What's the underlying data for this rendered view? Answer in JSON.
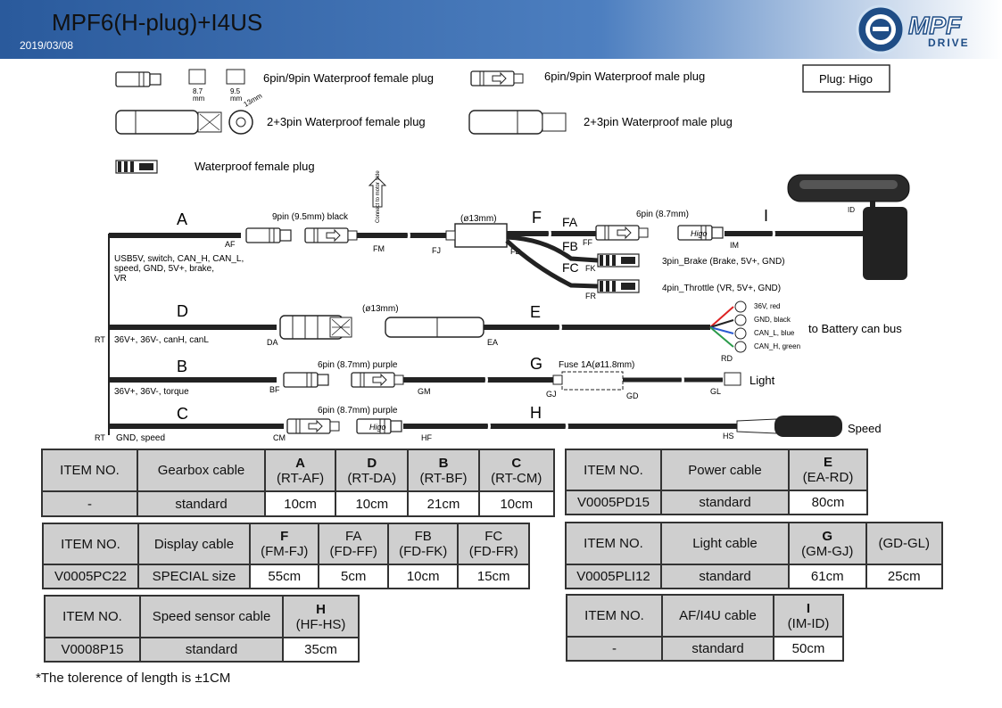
{
  "header": {
    "title": "MPF6(H-plug)+I4US",
    "date": "2019/03/08",
    "logo_text": "MPF",
    "logo_sub": "DRIVE"
  },
  "legend": {
    "female69": "6pin/9pin Waterproof female plug",
    "male69": "6pin/9pin Waterproof male plug",
    "female23": "2+3pin Waterproof female plug",
    "male23": "2+3pin Waterproof male plug",
    "female_wp": "Waterproof female plug",
    "dim_87": "8.7",
    "dim_95": "9.5",
    "dim_mm": "mm",
    "dim_13": "13mm",
    "plug_box": "Plug: Higo"
  },
  "diagram": {
    "connect_note": "Connect to motor side",
    "cable_a": "A",
    "cable_b": "B",
    "cable_c": "C",
    "cable_d": "D",
    "cable_e": "E",
    "cable_f": "F",
    "cable_fa": "FA",
    "cable_fb": "FB",
    "cable_fc": "FC",
    "cable_g": "G",
    "cable_h": "H",
    "cable_i": "I",
    "a_plug": "9pin (9.5mm) black",
    "f_dia": "(ø13mm)",
    "fa_plug": "6pin (8.7mm)",
    "d_dia": "(ø13mm)",
    "b_plug": "6pin (8.7mm) purple",
    "c_plug": "6pin (8.7mm) purple",
    "fuse": "Fuse 1A(ø11.8mm)",
    "a_desc": [
      "USB5V, switch, CAN_H, CAN_L,",
      "speed, GND, 5V+, brake,",
      "VR"
    ],
    "d_desc": "36V+, 36V-, canH, canL",
    "b_desc": "36V+, 36V-, torque",
    "c_desc": "GND, speed",
    "brake": "3pin_Brake (Brake, 5V+, GND)",
    "throttle": "4pin_Throttle (VR, 5V+, GND)",
    "battery_wires": [
      "36V, red",
      "GND, black",
      "CAN_L, blue",
      "CAN_H, green"
    ],
    "battery": "to Battery can bus",
    "light": "Light",
    "speed": "Speed",
    "higo_mark": "Higo",
    "pts": {
      "af": "AF",
      "fm": "FM",
      "fj": "FJ",
      "fd": "FD",
      "ff": "FF",
      "fk": "FK",
      "fr": "FR",
      "im": "IM",
      "id": "ID",
      "rt": "RT",
      "da": "DA",
      "ea": "EA",
      "rd": "RD",
      "bf": "BF",
      "gm": "GM",
      "gj": "GJ",
      "gd": "GD",
      "gl": "GL",
      "cm": "CM",
      "hf": "HF",
      "hs": "HS"
    }
  },
  "tables": {
    "gearbox": {
      "item_no": "ITEM NO.",
      "name": "Gearbox cable",
      "cols": [
        {
          "t": "A",
          "s": "(RT-AF)"
        },
        {
          "t": "D",
          "s": "(RT-DA)"
        },
        {
          "t": "B",
          "s": "(RT-BF)"
        },
        {
          "t": "C",
          "s": "(RT-CM)"
        }
      ],
      "row": {
        "item": "-",
        "type": "standard",
        "vals": [
          "10cm",
          "10cm",
          "21cm",
          "10cm"
        ]
      }
    },
    "power": {
      "item_no": "ITEM NO.",
      "name": "Power cable",
      "cols": [
        {
          "t": "E",
          "s": "(EA-RD)"
        }
      ],
      "row": {
        "item": "V0005PD15",
        "type": "standard",
        "vals": [
          "80cm"
        ]
      }
    },
    "display": {
      "item_no": "ITEM NO.",
      "name": "Display cable",
      "cols": [
        {
          "t": "F",
          "s": "(FM-FJ)"
        },
        {
          "t": "FA",
          "s": "(FD-FF)"
        },
        {
          "t": "FB",
          "s": "(FD-FK)"
        },
        {
          "t": "FC",
          "s": "(FD-FR)"
        }
      ],
      "row": {
        "item": "V0005PC22",
        "type": "SPECIAL size",
        "vals": [
          "55cm",
          "5cm",
          "10cm",
          "15cm"
        ]
      }
    },
    "light": {
      "item_no": "ITEM NO.",
      "name": "Light cable",
      "cols": [
        {
          "t": "G",
          "s": "(GM-GJ)"
        },
        {
          "t": "",
          "s": "(GD-GL)"
        }
      ],
      "row": {
        "item": "V0005PLI12",
        "type": "standard",
        "vals": [
          "61cm",
          "25cm"
        ]
      }
    },
    "speed": {
      "item_no": "ITEM NO.",
      "name": "Speed sensor cable",
      "cols": [
        {
          "t": "H",
          "s": "(HF-HS)"
        }
      ],
      "row": {
        "item": "V0008P15",
        "type": "standard",
        "vals": [
          "35cm"
        ]
      }
    },
    "af": {
      "item_no": "ITEM NO.",
      "name": "AF/I4U cable",
      "cols": [
        {
          "t": "I",
          "s": "(IM-ID)"
        }
      ],
      "row": {
        "item": "-",
        "type": "standard",
        "vals": [
          "50cm"
        ]
      }
    }
  },
  "note": "*The tolerence of length is ±1CM"
}
